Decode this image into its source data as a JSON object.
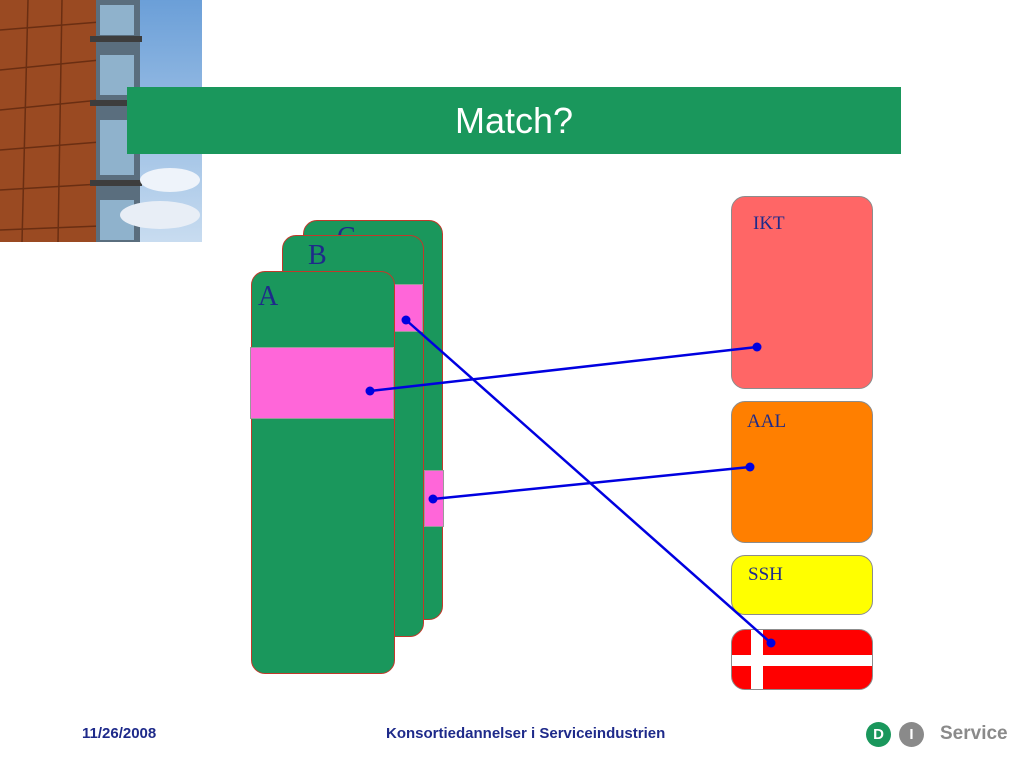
{
  "slide": {
    "title": "Match?",
    "cards": [
      {
        "label": "C"
      },
      {
        "label": "B"
      },
      {
        "label": "A"
      }
    ],
    "targets": [
      {
        "label": "IKT",
        "color": "#ff6666"
      },
      {
        "label": "AAL",
        "color": "#ff7f00"
      },
      {
        "label": "SSH",
        "color": "#ffff00"
      },
      {
        "label": "",
        "color": "#ff0000"
      }
    ],
    "connector_color": "#0000e0"
  },
  "footer": {
    "date": "11/26/2008",
    "center_text": "Konsortiedannelser i Serviceindustrien",
    "logo": {
      "d": "D",
      "i": "I",
      "service": "Service",
      "green": "#1a975c",
      "grey": "#8a8a8a"
    }
  }
}
